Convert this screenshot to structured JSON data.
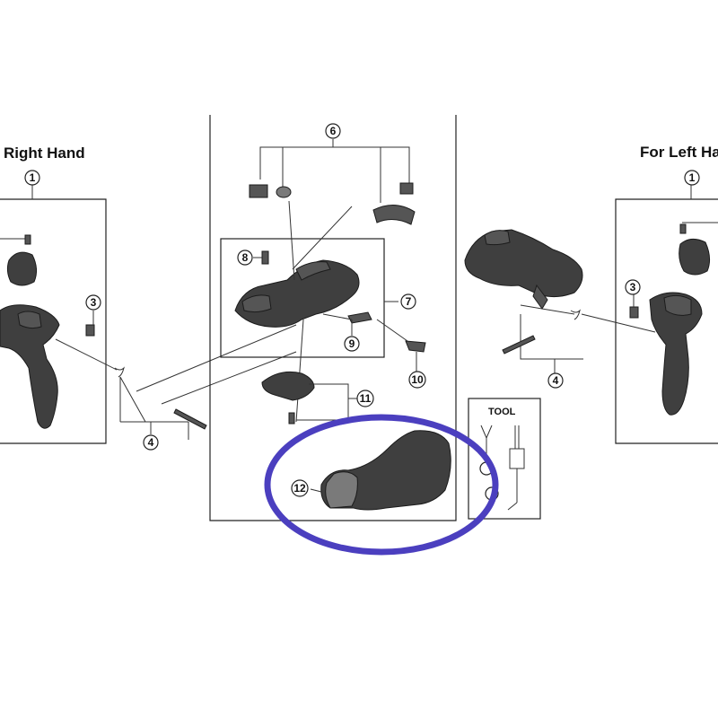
{
  "headings": {
    "right_hand": "Right Hand",
    "left_hand": "For Left Ha"
  },
  "tool_box": {
    "title": "TOOL"
  },
  "callouts": {
    "c1_left": "1",
    "c1_right": "1",
    "c3_left": "3",
    "c3_right": "3",
    "c4_left": "4",
    "c4_right": "4",
    "c6": "6",
    "c7": "7",
    "c8": "8",
    "c9": "9",
    "c10": "10",
    "c11": "11",
    "c12": "12"
  },
  "highlight": {
    "color": "#4b3fbf",
    "part": "12"
  },
  "colors": {
    "part_fill": "#3f3f3f",
    "line": "#222222"
  }
}
